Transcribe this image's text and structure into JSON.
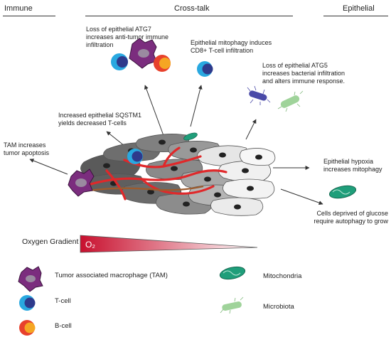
{
  "headers": {
    "immune": "Immune",
    "crosstalk": "Cross-talk",
    "epithelial": "Epithelial"
  },
  "annotations": {
    "atg7": [
      "Loss of epithelial ATG7",
      "increases anti-tumor immune",
      "infiltration"
    ],
    "mitophagy_cd8": [
      "Epithelial mitophagy induces",
      "CD8+ T-cell infiltration"
    ],
    "atg5": [
      "Loss of epithelial ATG5",
      "increases bacterial infiltration",
      "and alters immune response."
    ],
    "sqstm1": [
      "Increased epithelial SQSTM1",
      "yields decreased T-cells"
    ],
    "tam_apoptosis": [
      "TAM increases",
      "tumor apoptosis"
    ],
    "hypoxia": [
      "Epithelial hypoxia",
      "increases mitophagy"
    ],
    "glucose": [
      "Cells deprived of glucose",
      "require autophagy to grow"
    ]
  },
  "gradient": {
    "label": "Oxygen Gradient",
    "symbol": "O₂",
    "color_start": "#c8102e",
    "color_end": "#ffffff"
  },
  "legend": {
    "tam": "Tumor associated macrophage (TAM)",
    "tcell": "T-cell",
    "bcell": "B-cell",
    "mitochondria": "Mitochondria",
    "microbiota": "Microbiota"
  },
  "colors": {
    "tam": "#7b2d7e",
    "tcell_outer": "#29a8e0",
    "tcell_inner": "#2e3a8c",
    "bcell_outer": "#e8412c",
    "bcell_inner": "#f5a623",
    "mitochondria": "#1f9e7a",
    "microbiota": "#9fd39a",
    "vessel": "#e0282a"
  }
}
